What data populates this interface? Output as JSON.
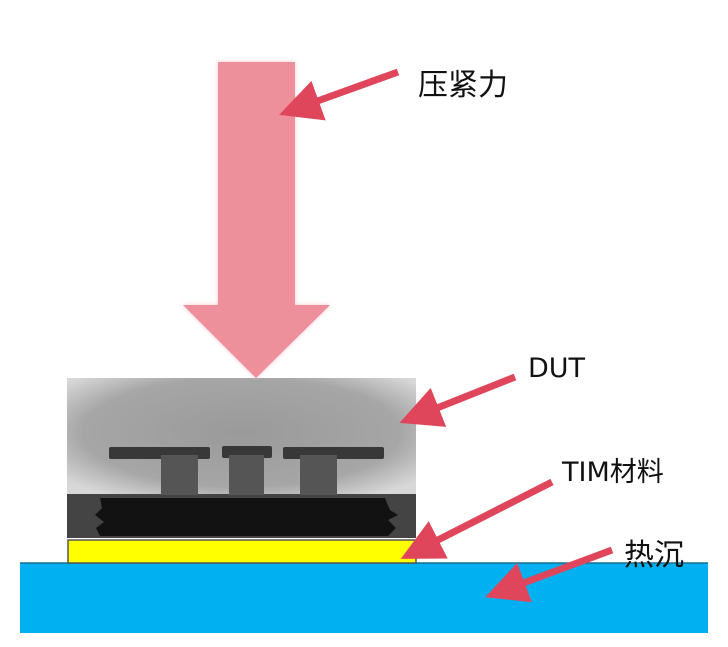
{
  "labels": {
    "force": "压紧力",
    "dut": "DUT",
    "tim": "TIM材料",
    "heatsink": "热沉"
  },
  "colors": {
    "force_arrow": "#ee909b",
    "pointer_arrow": "#e0465b",
    "tim": "#ffff00",
    "heatsink": "#00b0f0"
  }
}
